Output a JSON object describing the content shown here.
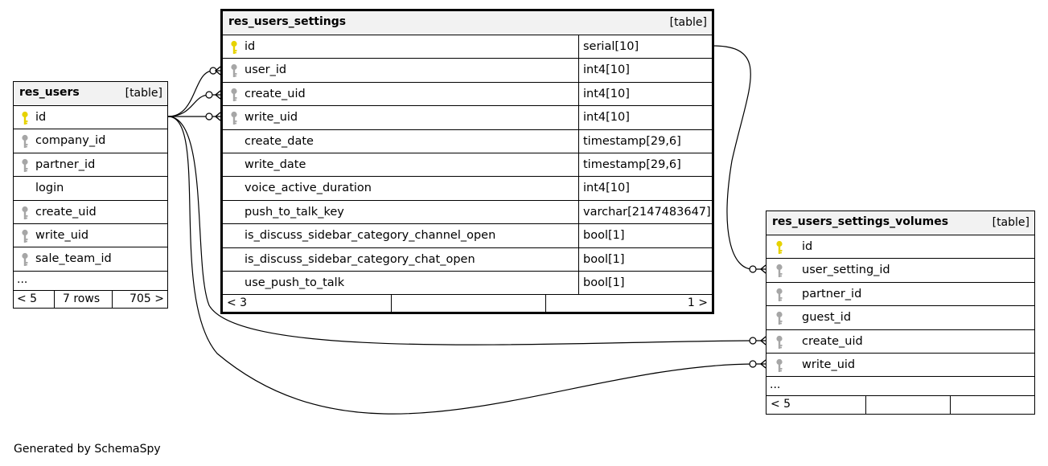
{
  "tables": {
    "res_users": {
      "name": "res_users",
      "kind": "[table]",
      "columns": [
        "id",
        "company_id",
        "partner_id",
        "login",
        "create_uid",
        "write_uid",
        "sale_team_id"
      ],
      "more": "...",
      "footer": {
        "left": "< 5",
        "middle": "7 rows",
        "right": "705 >"
      }
    },
    "res_users_settings": {
      "name": "res_users_settings",
      "kind": "[table]",
      "columns": [
        {
          "name": "id",
          "type": "serial[10]"
        },
        {
          "name": "user_id",
          "type": "int4[10]"
        },
        {
          "name": "create_uid",
          "type": "int4[10]"
        },
        {
          "name": "write_uid",
          "type": "int4[10]"
        },
        {
          "name": "create_date",
          "type": "timestamp[29,6]"
        },
        {
          "name": "write_date",
          "type": "timestamp[29,6]"
        },
        {
          "name": "voice_active_duration",
          "type": "int4[10]"
        },
        {
          "name": "push_to_talk_key",
          "type": "varchar[2147483647]"
        },
        {
          "name": "is_discuss_sidebar_category_channel_open",
          "type": "bool[1]"
        },
        {
          "name": "is_discuss_sidebar_category_chat_open",
          "type": "bool[1]"
        },
        {
          "name": "use_push_to_talk",
          "type": "bool[1]"
        }
      ],
      "footer": {
        "left": "< 3",
        "middle": "",
        "right": "1 >"
      }
    },
    "res_users_settings_volumes": {
      "name": "res_users_settings_volumes",
      "kind": "[table]",
      "columns": [
        "id",
        "user_setting_id",
        "partner_id",
        "guest_id",
        "create_uid",
        "write_uid"
      ],
      "more": "...",
      "footer": {
        "left": "< 5",
        "middle": "",
        "right": ""
      }
    }
  },
  "key_icons": {
    "primary": "primary-key-icon",
    "foreign": "foreign-key-icon"
  },
  "colors": {
    "primary_key": "#e6d200",
    "foreign_key": "#a6a6a6",
    "header_bg": "#f2f2f2"
  },
  "credit": "Generated by SchemaSpy"
}
